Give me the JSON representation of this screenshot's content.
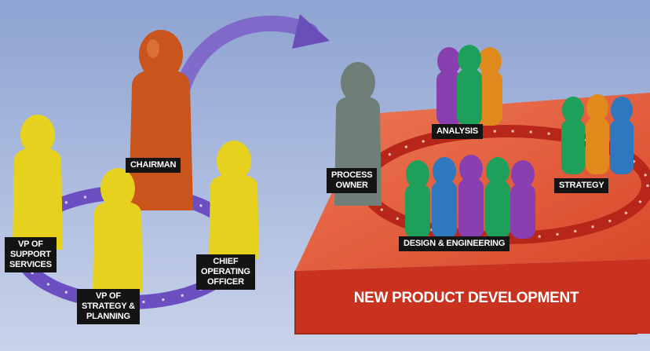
{
  "diagram": {
    "labels": {
      "chairman": "CHAIRMAN",
      "vp_support": "VP OF\nSUPPORT\nSERVICES",
      "vp_strategy": "VP OF\nSTRATEGY &\nPLANNING",
      "coo": "CHIEF\nOPERATING\nOFFICER",
      "process_owner": "PROCESS\nOWNER",
      "analysis": "ANALYSIS",
      "strategy": "STRATEGY",
      "design": "DESIGN & ENGINEERING",
      "banner": "NEW PRODUCT DEVELOPMENT"
    },
    "colors": {
      "background": "#7d93c4",
      "yellow": "#e6d21e",
      "orange_red": "#c9541c",
      "gray": "#6f7f78",
      "purple": "#8a3fb0",
      "green": "#1fa05a",
      "blue": "#2e78c0",
      "amber": "#e08a1e",
      "platform": "#e0432a",
      "ring": "#c22a1c",
      "arrow": "#7b5fc8"
    }
  }
}
